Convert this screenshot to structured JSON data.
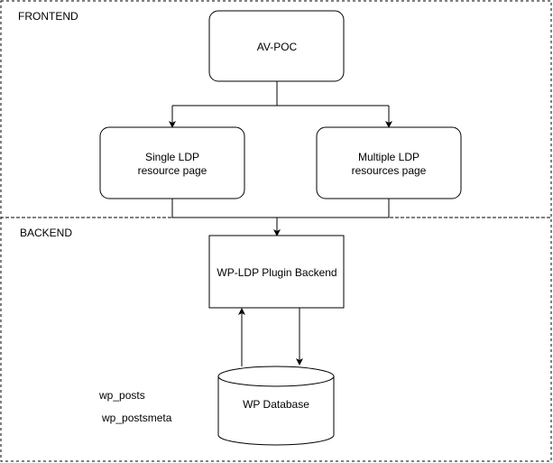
{
  "zones": {
    "frontend": {
      "label": "FRONTEND"
    },
    "backend": {
      "label": "BACKEND"
    }
  },
  "nodes": {
    "av_poc": {
      "label": "AV-POC"
    },
    "single_ldp": {
      "line1": "Single LDP",
      "line2": "resource page"
    },
    "multiple_ldp": {
      "line1": "Multiple LDP",
      "line2": "resources page"
    },
    "plugin_backend": {
      "label": "WP-LDP Plugin Backend"
    },
    "wp_database": {
      "label": "WP Database"
    }
  },
  "annotations": {
    "table_posts": "wp_posts",
    "table_postsmeta": "wp_postsmeta"
  },
  "colors": {
    "stroke": "#000000",
    "fill": "#ffffff",
    "text": "#000000"
  }
}
